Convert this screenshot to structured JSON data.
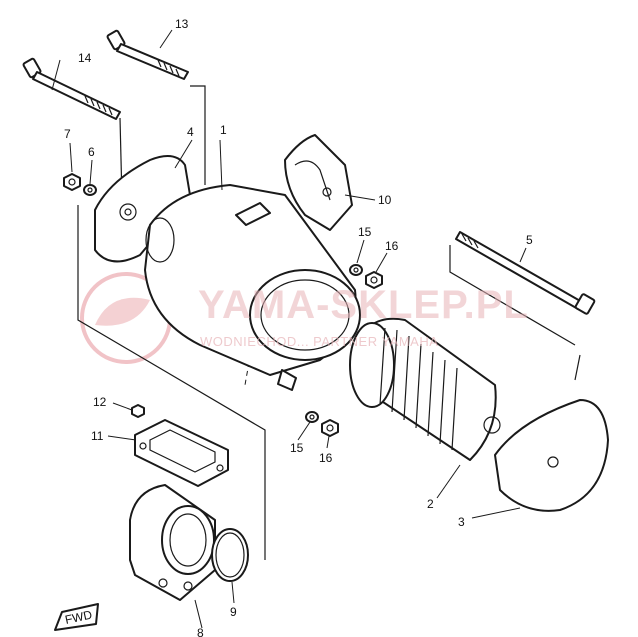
{
  "watermark": {
    "brand": "YAMA-SKLEP.PL",
    "tagline": "WODNIECHOD... PARTNER YAMAHA",
    "logo_color": "#e07a82"
  },
  "callouts": [
    {
      "id": "p1",
      "label": "1"
    },
    {
      "id": "p2",
      "label": "2"
    },
    {
      "id": "p3",
      "label": "3"
    },
    {
      "id": "p4",
      "label": "4"
    },
    {
      "id": "p5",
      "label": "5"
    },
    {
      "id": "p6",
      "label": "6"
    },
    {
      "id": "p7",
      "label": "7"
    },
    {
      "id": "p8",
      "label": "8"
    },
    {
      "id": "p9",
      "label": "9"
    },
    {
      "id": "p10",
      "label": "10"
    },
    {
      "id": "p11",
      "label": "11"
    },
    {
      "id": "p12",
      "label": "12"
    },
    {
      "id": "p13",
      "label": "13"
    },
    {
      "id": "p14",
      "label": "14"
    },
    {
      "id": "p15a",
      "label": "15"
    },
    {
      "id": "p15b",
      "label": "15"
    },
    {
      "id": "p16a",
      "label": "16"
    },
    {
      "id": "p16b",
      "label": "16"
    }
  ],
  "direction_marker": {
    "label": "FWD"
  },
  "colors": {
    "ink": "#1a1a1a",
    "paper": "#ffffff"
  }
}
